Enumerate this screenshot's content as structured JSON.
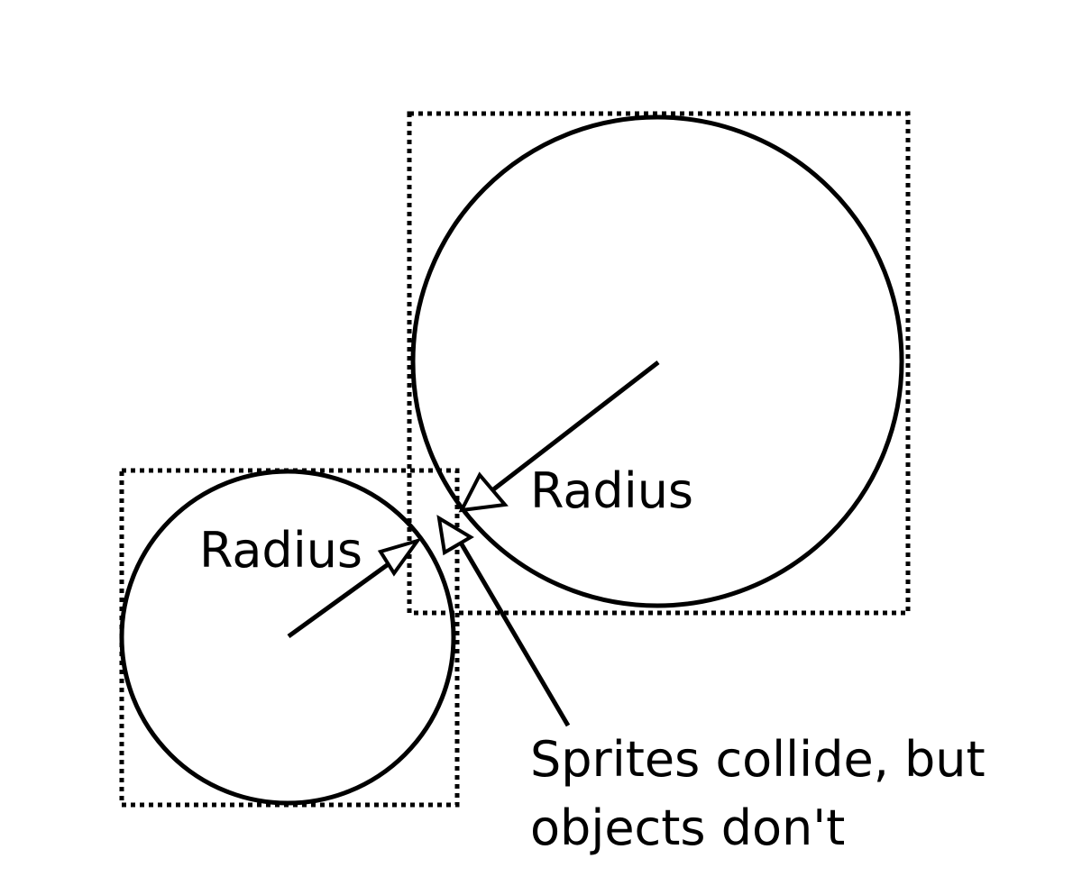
{
  "labels": {
    "small_radius": "Radius",
    "large_radius": "Radius",
    "note_line1": "Sprites collide, but",
    "note_line2": "objects don't"
  },
  "colors": {
    "stroke": "#000000",
    "background": "#ffffff"
  }
}
